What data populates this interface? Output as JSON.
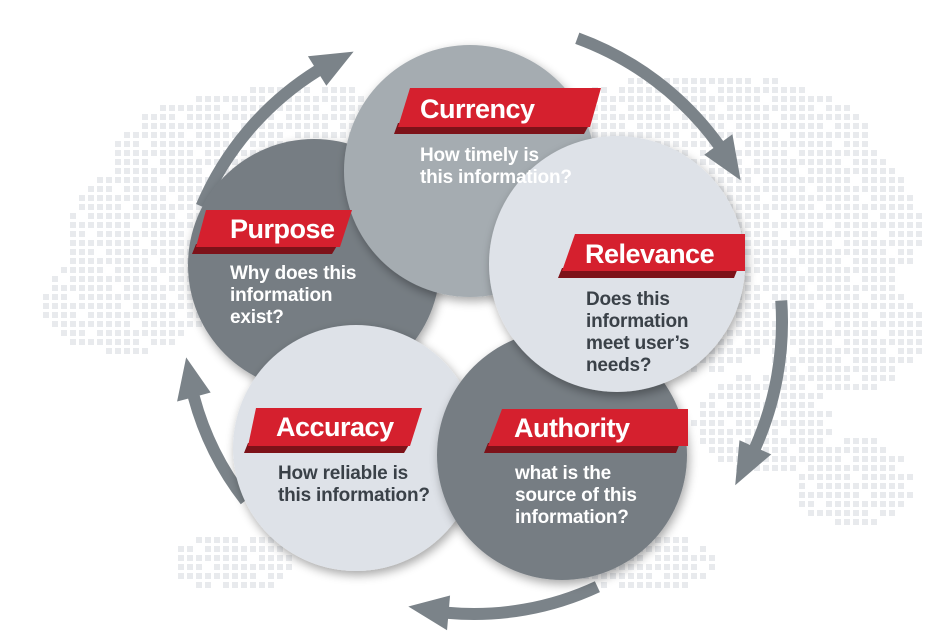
{
  "nodes": [
    {
      "id": "currency",
      "title": "Currency",
      "question": [
        "How timely is",
        "this information?"
      ],
      "circle_color": "#a5acb1",
      "text_color": "#ffffff"
    },
    {
      "id": "relevance",
      "title": "Relevance",
      "question": [
        "Does this",
        "information",
        "meet user’s",
        "needs?"
      ],
      "circle_color": "#dee2e8",
      "text_color": "#3a4148"
    },
    {
      "id": "authority",
      "title": "Authority",
      "question": [
        "what is the",
        "source of this",
        "information?"
      ],
      "circle_color": "#767d83",
      "text_color": "#ffffff"
    },
    {
      "id": "accuracy",
      "title": "Accuracy",
      "question": [
        "How reliable is",
        "this information?"
      ],
      "circle_color": "#dee2e8",
      "text_color": "#3a4148"
    },
    {
      "id": "purpose",
      "title": "Purpose",
      "question": [
        "Why does this",
        "information",
        "exist?"
      ],
      "circle_color": "#767d83",
      "text_color": "#ffffff"
    }
  ],
  "colors": {
    "banner_red": "#d5202e",
    "banner_shadow": "#7d1219",
    "arrow_gray": "#7b8389",
    "map_dots": "#e8eaed"
  },
  "icons": [
    "cycle-arrow-icon"
  ]
}
